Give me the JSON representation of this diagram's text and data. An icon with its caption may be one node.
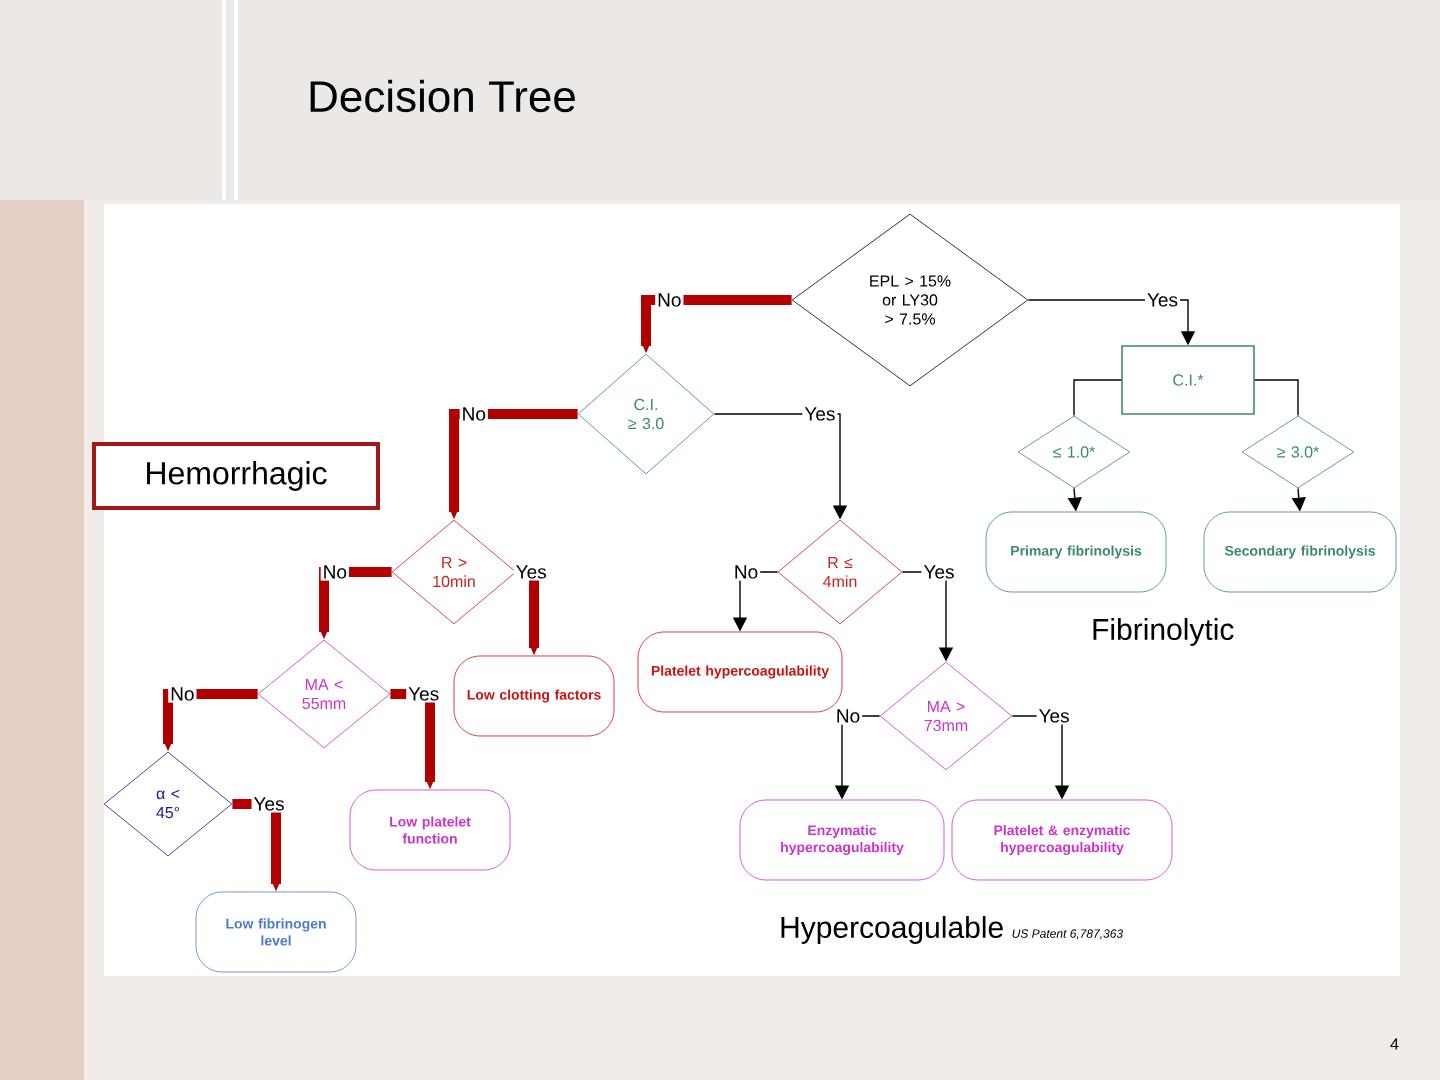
{
  "diagram": {
    "title": "Decision Tree",
    "nodes": [
      {
        "text": [
          "EPL > 15% or LY30 > 7.5%"
        ]
      },
      {
        "text": [
          "C.I. ≥ 3.0"
        ]
      },
      {
        "text": [
          "C.I.*"
        ]
      },
      {
        "text": [
          "≤ 1.0*"
        ]
      },
      {
        "text": [
          "≥ 3.0*"
        ]
      },
      {
        "text": [
          "Primary fibrinolysis"
        ]
      },
      {
        "text": [
          "Secondary fibrinolysis"
        ]
      },
      {
        "text": [
          "R > 10min"
        ]
      },
      {
        "text": [
          "R ≤ 4min"
        ]
      },
      {
        "text": [
          "Platelet hypercoagulability"
        ]
      },
      {
        "text": [
          "Low clotting factors"
        ]
      },
      {
        "text": [
          "MA < 55mm"
        ]
      },
      {
        "text": [
          "MA > 73mm"
        ]
      },
      {
        "text": [
          "α < 45°"
        ]
      },
      {
        "text": [
          "Low platelet function"
        ]
      },
      {
        "text": [
          "Enzymatic hypercoagulability"
        ]
      },
      {
        "text": [
          "Platelet & enzymatic hypercoagulability"
        ]
      },
      {
        "text": [
          "Low fibrinogen level"
        ]
      },
      {
        "text": [
          "Hemorrhagic"
        ]
      }
    ],
    "edges": [
      {
        "from": 0,
        "to": 1,
        "arrow": "to",
        "label": "No",
        "style": "thick",
        "color": "#b00000"
      },
      {
        "from": 0,
        "to": 2,
        "arrow": "to",
        "label": "Yes"
      },
      {
        "from": 1,
        "to": 7,
        "arrow": "to",
        "label": "No",
        "style": "thick",
        "color": "#b00000"
      },
      {
        "from": 1,
        "to": 8,
        "arrow": "to",
        "label": "Yes"
      },
      {
        "from": 2,
        "to": 3,
        "arrow": "none"
      },
      {
        "from": 2,
        "to": 4,
        "arrow": "none"
      },
      {
        "from": 3,
        "to": 5,
        "arrow": "to"
      },
      {
        "from": 4,
        "to": 6,
        "arrow": "to"
      },
      {
        "from": 7,
        "to": 11,
        "arrow": "to",
        "label": "No",
        "style": "thick",
        "color": "#b00000"
      },
      {
        "from": 7,
        "to": 10,
        "arrow": "to",
        "label": "Yes",
        "style": "thick",
        "color": "#b00000"
      },
      {
        "from": 8,
        "to": 9,
        "arrow": "to",
        "label": "No"
      },
      {
        "from": 8,
        "to": 12,
        "arrow": "to",
        "label": "Yes"
      },
      {
        "from": 11,
        "to": 13,
        "arrow": "to",
        "label": "No",
        "style": "thick",
        "color": "#b00000"
      },
      {
        "from": 11,
        "to": 14,
        "arrow": "to",
        "label": "Yes",
        "style": "thick",
        "color": "#b00000"
      },
      {
        "from": 12,
        "to": 15,
        "arrow": "to",
        "label": "No"
      },
      {
        "from": 12,
        "to": 16,
        "arrow": "to",
        "label": "Yes"
      },
      {
        "from": 13,
        "to": 17,
        "arrow": "to",
        "label": "Yes",
        "style": "thick",
        "color": "#b00000"
      }
    ],
    "labels": [
      "Fibrinolytic",
      "Hypercoagulable",
      "US Patent 6,787,363",
      "4"
    ]
  }
}
